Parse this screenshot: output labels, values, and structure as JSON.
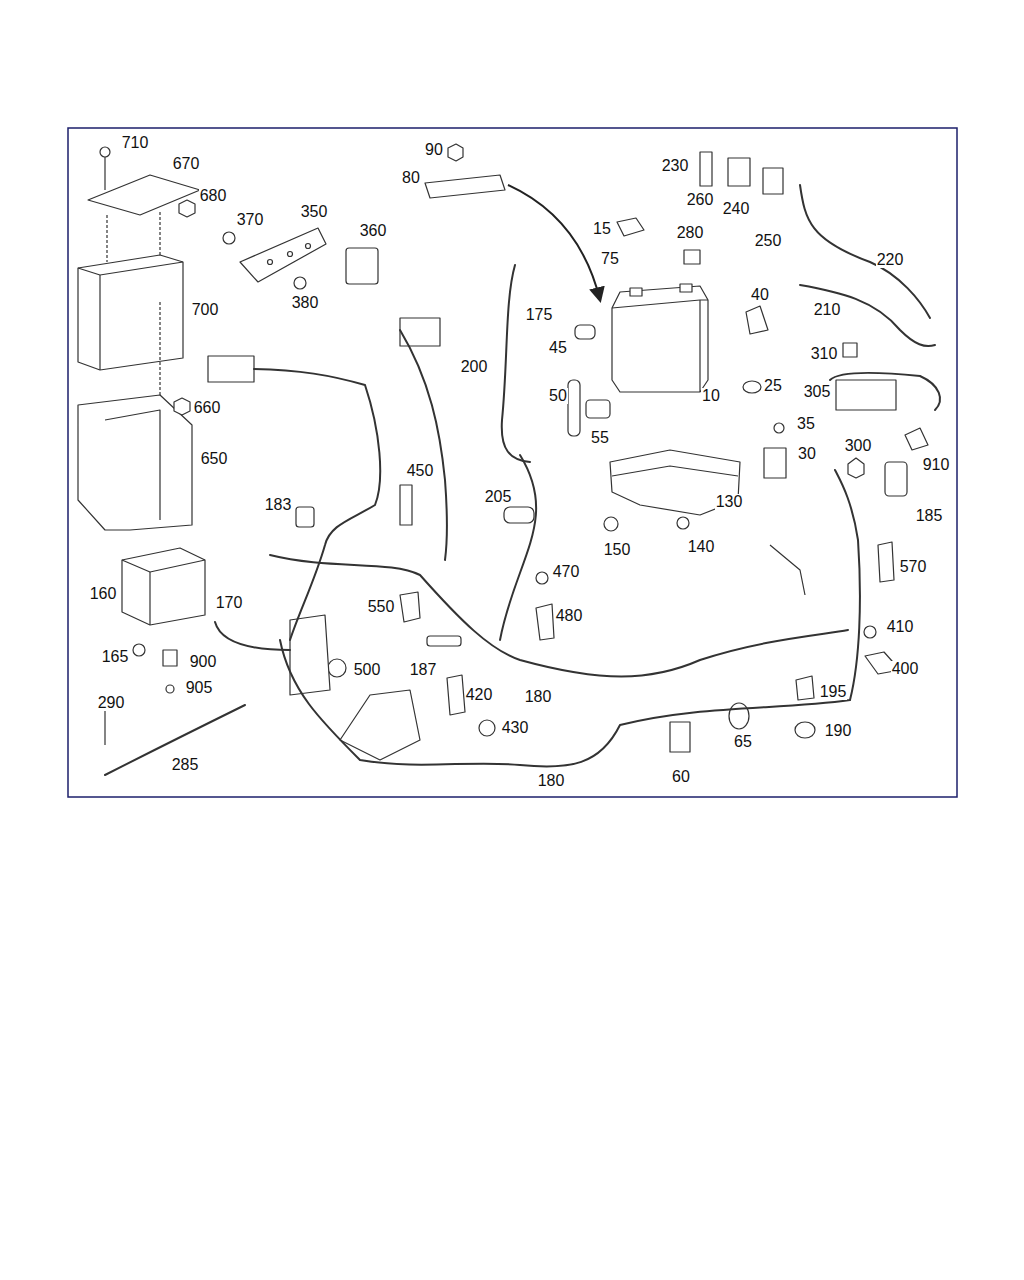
{
  "diagram": {
    "labels": [
      "710",
      "670",
      "680",
      "370",
      "350",
      "360",
      "700",
      "380",
      "90",
      "80",
      "230",
      "260",
      "240",
      "250",
      "220",
      "15",
      "280",
      "75",
      "175",
      "200",
      "45",
      "40",
      "210",
      "660",
      "650",
      "50",
      "55",
      "10",
      "25",
      "310",
      "305",
      "35",
      "30",
      "300",
      "910",
      "450",
      "183",
      "205",
      "130",
      "185",
      "150",
      "140",
      "470",
      "570",
      "160",
      "170",
      "550",
      "480",
      "410",
      "165",
      "900",
      "500",
      "187",
      "400",
      "905",
      "420",
      "180",
      "195",
      "290",
      "430",
      "65",
      "190",
      "285",
      "180",
      "60"
    ]
  }
}
